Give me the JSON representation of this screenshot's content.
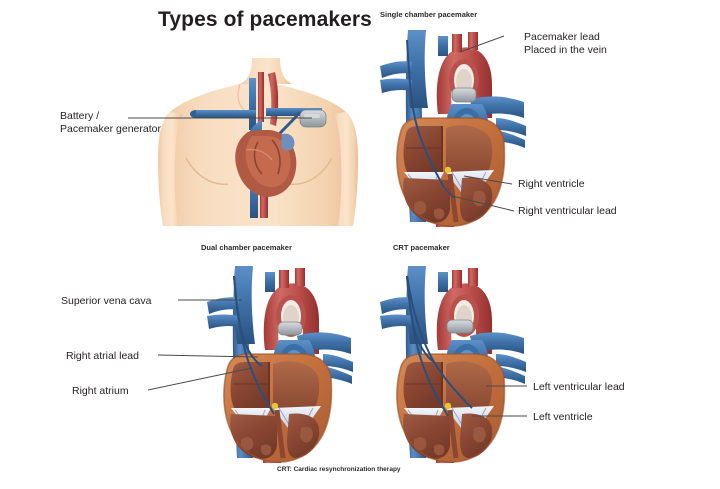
{
  "title": "Types of pacemakers",
  "panels": [
    {
      "id": "torso",
      "caption": ""
    },
    {
      "id": "single",
      "caption": "Single chamber pacemaker"
    },
    {
      "id": "dual",
      "caption": "Dual chamber pacemaker"
    },
    {
      "id": "crt",
      "caption": "CRT pacemaker"
    }
  ],
  "labels": {
    "battery_line1": "Battery /",
    "battery_line2": "Pacemaker generator",
    "pacemaker_lead_line1": "Pacemaker lead",
    "pacemaker_lead_line2": "Placed in the vein",
    "right_ventricle": "Right ventricle",
    "right_ventricular_lead": "Right ventricular lead",
    "superior_vena_cava": "Superior vena cava",
    "right_atrial_lead": "Right atrial lead",
    "right_atrium": "Right atrium",
    "left_ventricular_lead": "Left ventricular lead",
    "left_ventricle": "Left ventricle"
  },
  "footnote": "CRT: Cardiac resynchronization therapy",
  "colors": {
    "background": "#ffffff",
    "text": "#231f20",
    "leader_line": "#4a4a4a",
    "vein_blue": "#4a7cb8",
    "vein_blue_dark": "#33608f",
    "artery_red": "#c0504d",
    "artery_red_dark": "#9e3b38",
    "myocardium": "#c1703f",
    "chamber_brown": "#8b4a35",
    "chamber_light": "#a8603f",
    "valve_white": "#dfe4ef",
    "skin": "#f6d8ba",
    "skin_shadow": "#e8bf9c",
    "device_gray": "#b9bec2",
    "lead_yellow": "#e8c63a"
  },
  "icons": {
    "torso": "human-torso-icon",
    "heart": "heart-cross-section-icon",
    "device": "pacemaker-generator-icon"
  }
}
